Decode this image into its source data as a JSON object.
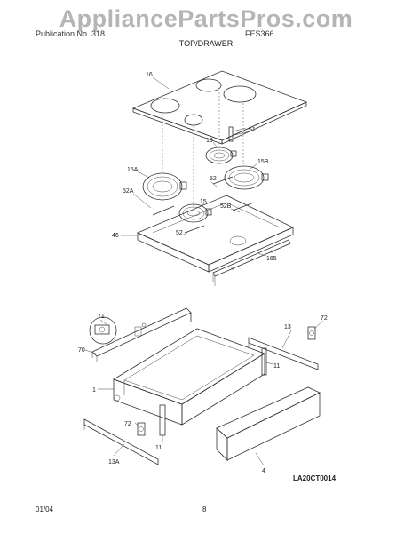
{
  "watermark": "AppliancePartsPros.com",
  "header": {
    "left": "Publication No. 318...",
    "right": "FES366",
    "section_title": "TOP/DRAWER"
  },
  "callouts": {
    "c16": "16",
    "c51": "51",
    "c15_top": "15",
    "c15b": "15B",
    "c15a": "15A",
    "c52_top": "52",
    "c52a": "52A",
    "c15_bottom": "15",
    "c52b": "52B",
    "c52_bottom": "52",
    "c46": "46",
    "c165": "165",
    "c71": "71",
    "c13_right": "13",
    "c72_right": "72",
    "c70": "70",
    "c11_right": "11",
    "c1": "1",
    "c72_left": "72",
    "c11_left": "11",
    "c13a": "13A",
    "c4": "4"
  },
  "diagram_code": "LA20CT0014",
  "footer": {
    "date": "01/04",
    "page": "8"
  }
}
